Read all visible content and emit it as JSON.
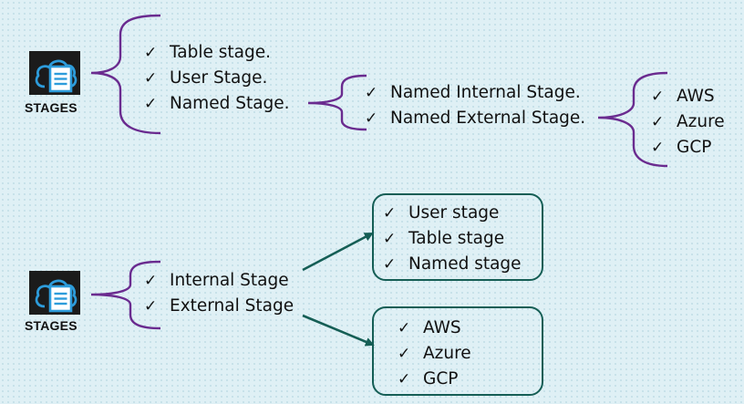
{
  "check_glyph": "✓",
  "icon": "cloud-document-icon",
  "colors": {
    "brace_purple": "#6a2b8f",
    "arrow_teal": "#155e55",
    "box_border": "#155e55",
    "icon_bg": "#1b1b1b",
    "icon_blue": "#2d9cdb"
  },
  "top": {
    "label": "STAGES",
    "types": [
      "Table stage.",
      "User Stage.",
      "Named Stage."
    ],
    "named": [
      "Named Internal Stage.",
      "Named External Stage."
    ],
    "clouds": [
      "AWS",
      "Azure",
      "GCP"
    ]
  },
  "bottom": {
    "label": "STAGES",
    "types": [
      "Internal Stage",
      "External Stage"
    ],
    "internal": [
      "User stage",
      "Table stage",
      "Named stage"
    ],
    "external": [
      "AWS",
      "Azure",
      "GCP"
    ]
  }
}
